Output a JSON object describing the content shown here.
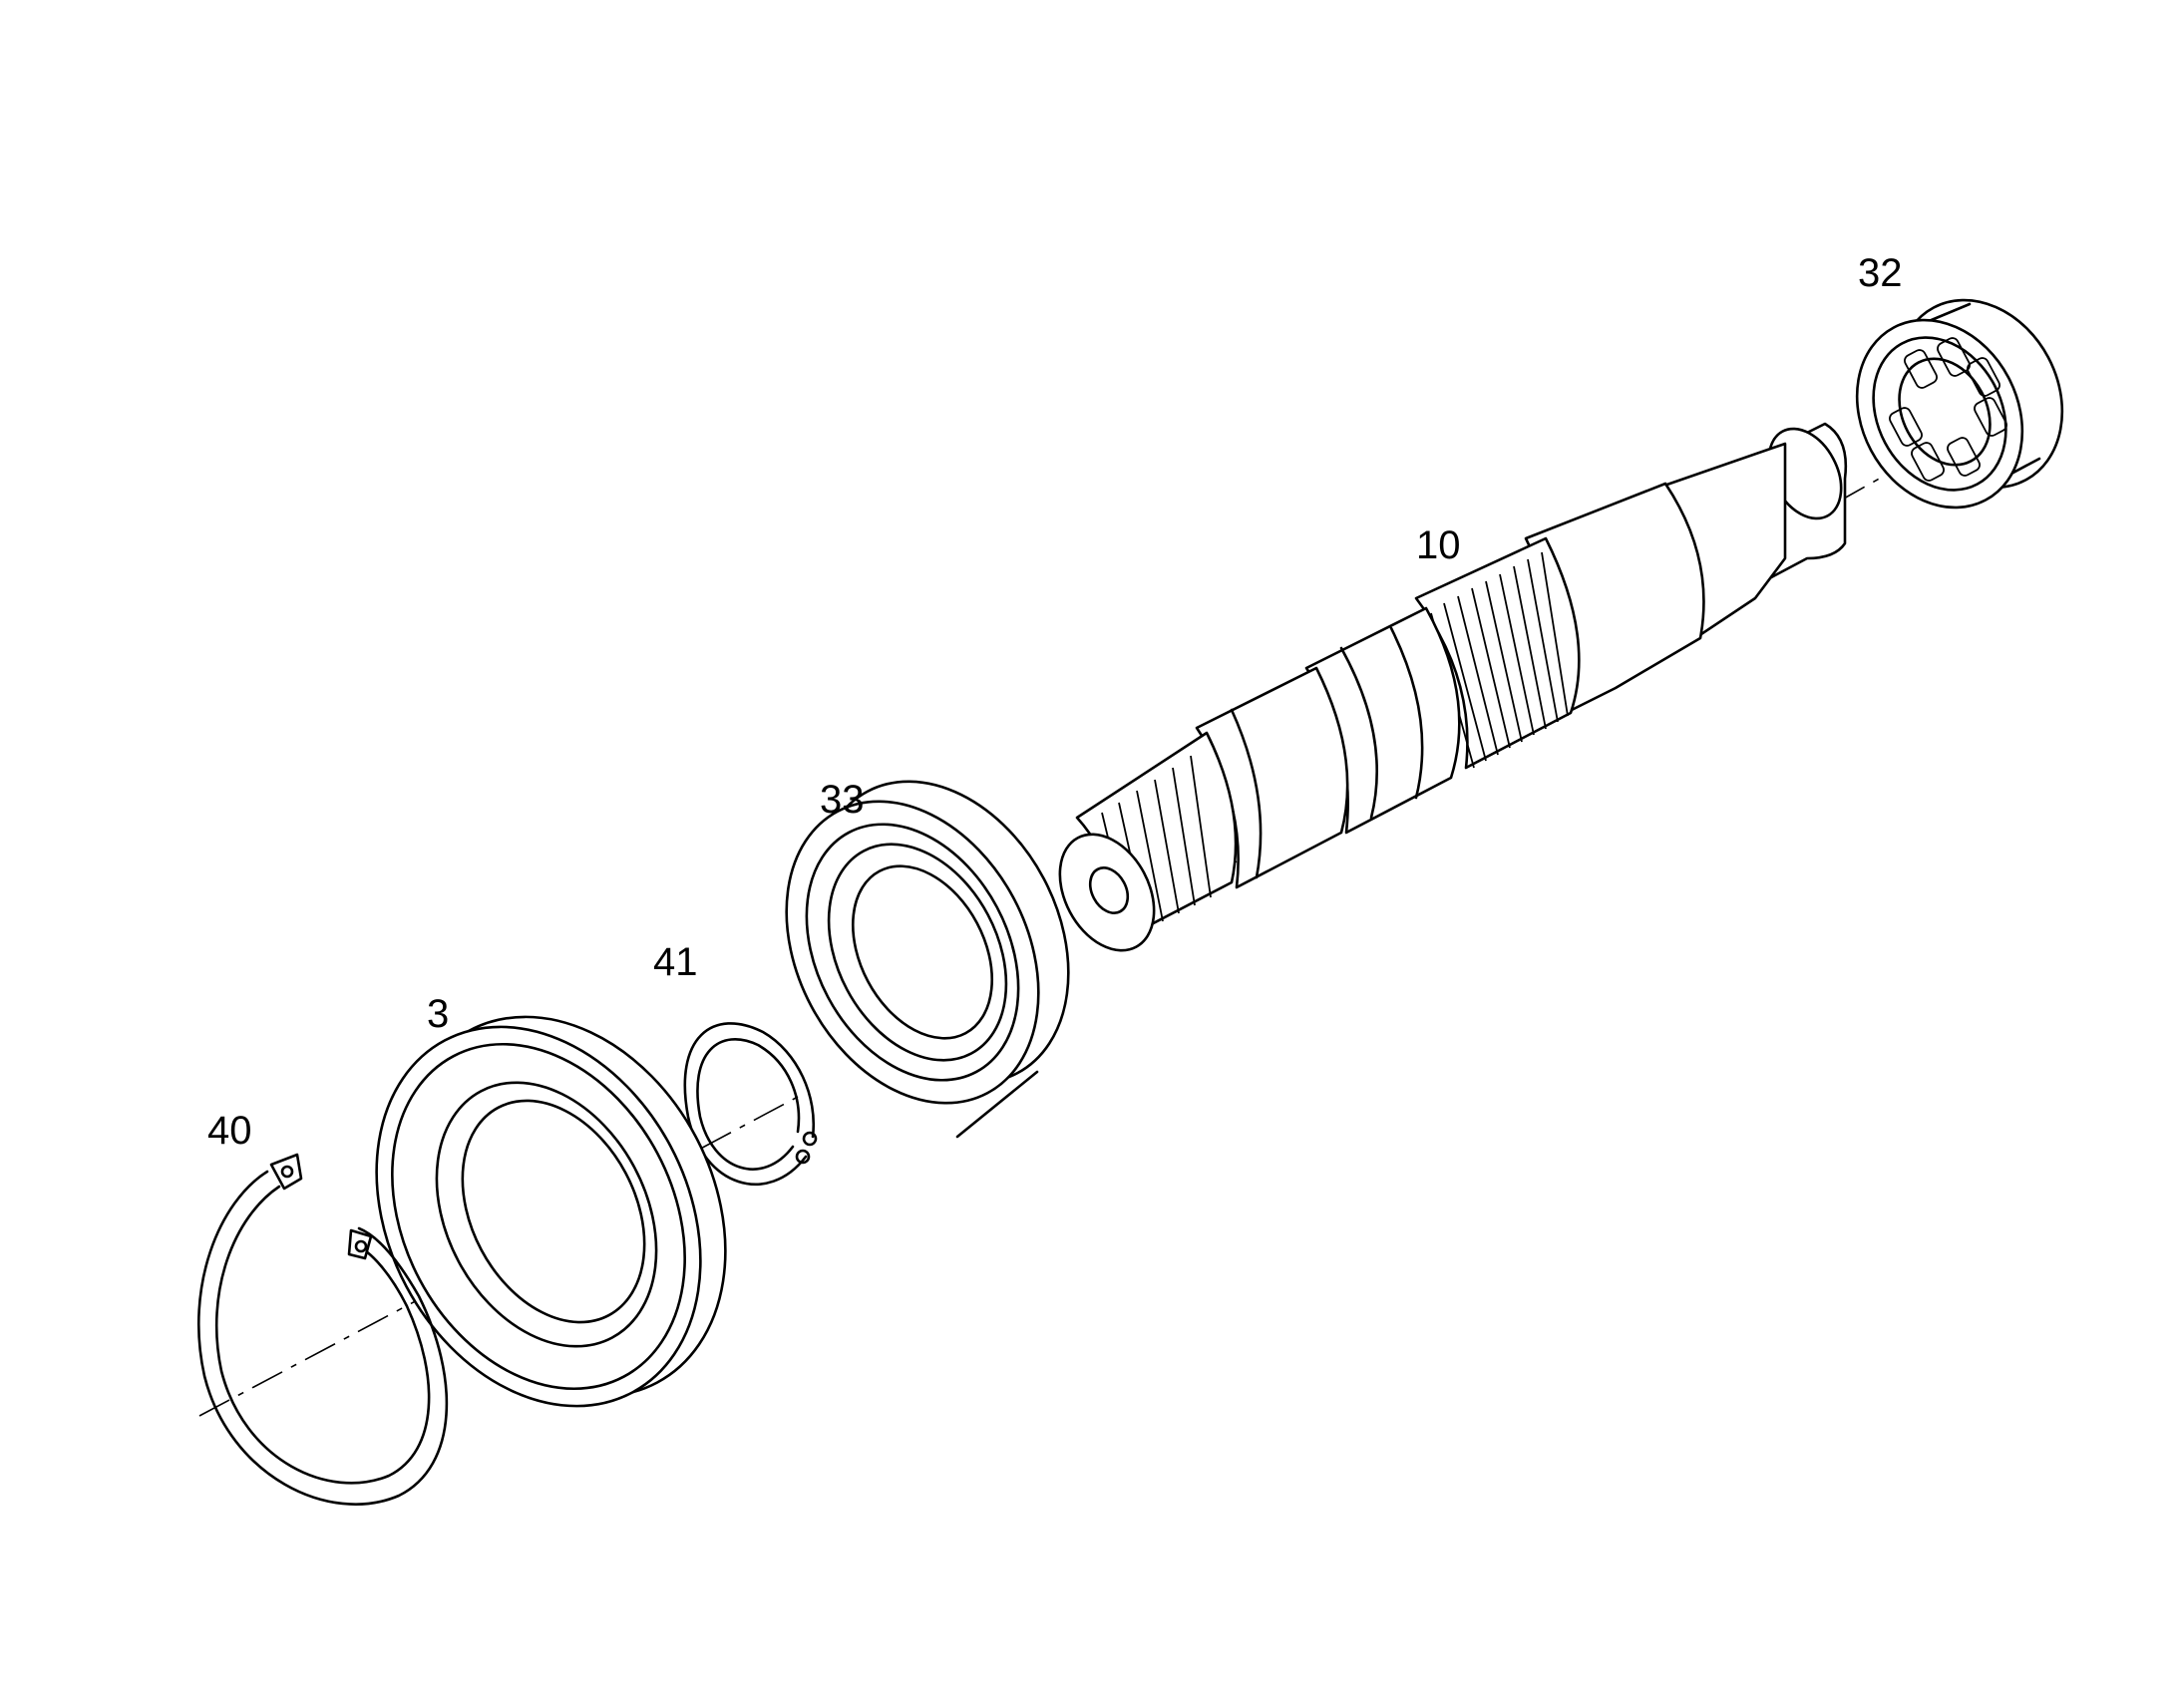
{
  "callouts": {
    "part_32": "32",
    "part_10": "10",
    "part_33": "33",
    "part_41": "41",
    "part_3": "3",
    "part_40": "40"
  },
  "parts": [
    {
      "ref": "40",
      "kind": "internal-retaining-ring-icon"
    },
    {
      "ref": "3",
      "kind": "shaft-seal-icon"
    },
    {
      "ref": "41",
      "kind": "snap-ring-icon"
    },
    {
      "ref": "33",
      "kind": "ball-bearing-icon"
    },
    {
      "ref": "10",
      "kind": "splined-shaft-icon"
    },
    {
      "ref": "32",
      "kind": "roller-bearing-icon"
    }
  ]
}
